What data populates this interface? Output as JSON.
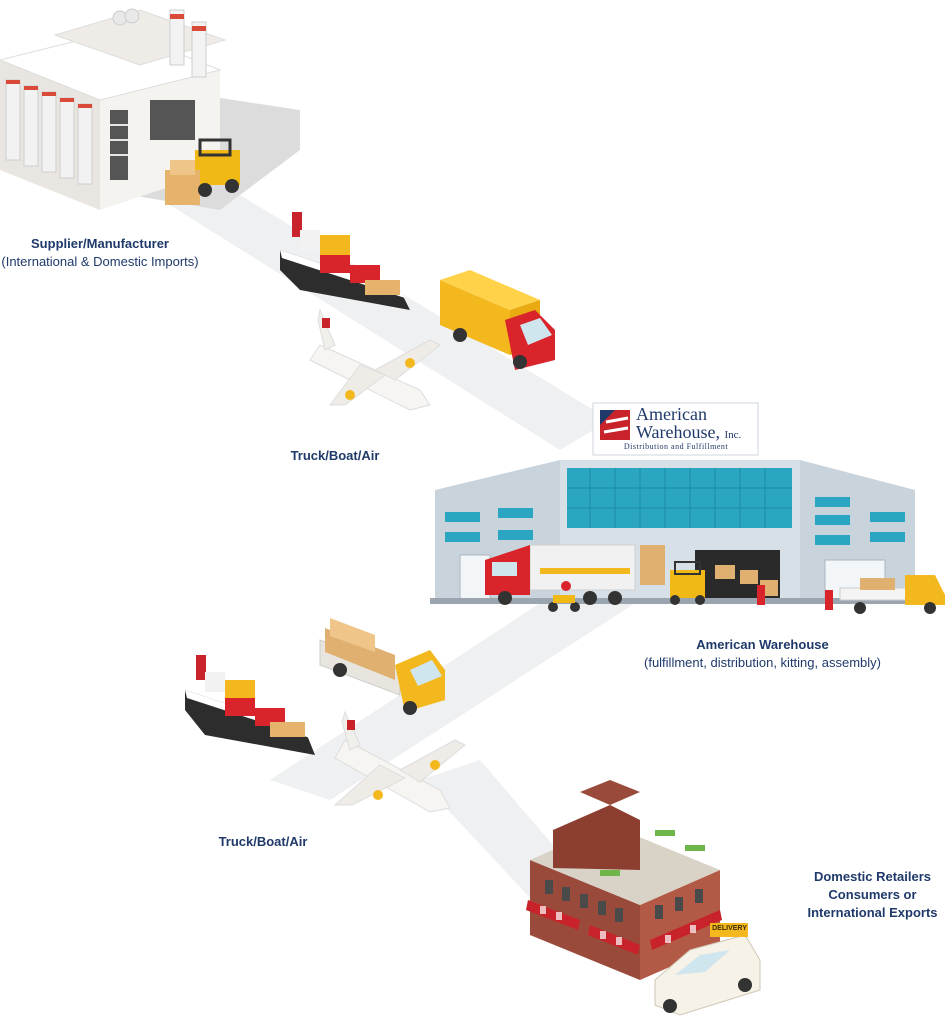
{
  "labels": {
    "supplier": {
      "title": "Supplier/Manufacturer",
      "subtitle": "(International & Domestic Imports)"
    },
    "transport_1": {
      "title": "Truck/Boat/Air"
    },
    "warehouse": {
      "title": "American Warehouse",
      "subtitle": "(fulfillment, distribution, kitting, assembly)"
    },
    "transport_2": {
      "title": "Truck/Boat/Air"
    },
    "destination": {
      "lines": [
        "Domestic Retailers",
        "Consumers or",
        "International Exports"
      ]
    }
  },
  "logo": {
    "line1": "American",
    "line2": "Warehouse,",
    "suffix": "Inc.",
    "tagline": "Distribution and Fulfillment"
  },
  "signs": {
    "delivery": "DELIVERY"
  },
  "colors": {
    "label_text": "#1f3a6a",
    "path": "#eef0f1",
    "warehouse_wall": "#c9d3dc",
    "glass": "#2aa6c2",
    "truck_red": "#d9242b",
    "truck_yellow": "#f4b81f",
    "brick": "#9a4a3a",
    "awning": "#c8232a"
  }
}
